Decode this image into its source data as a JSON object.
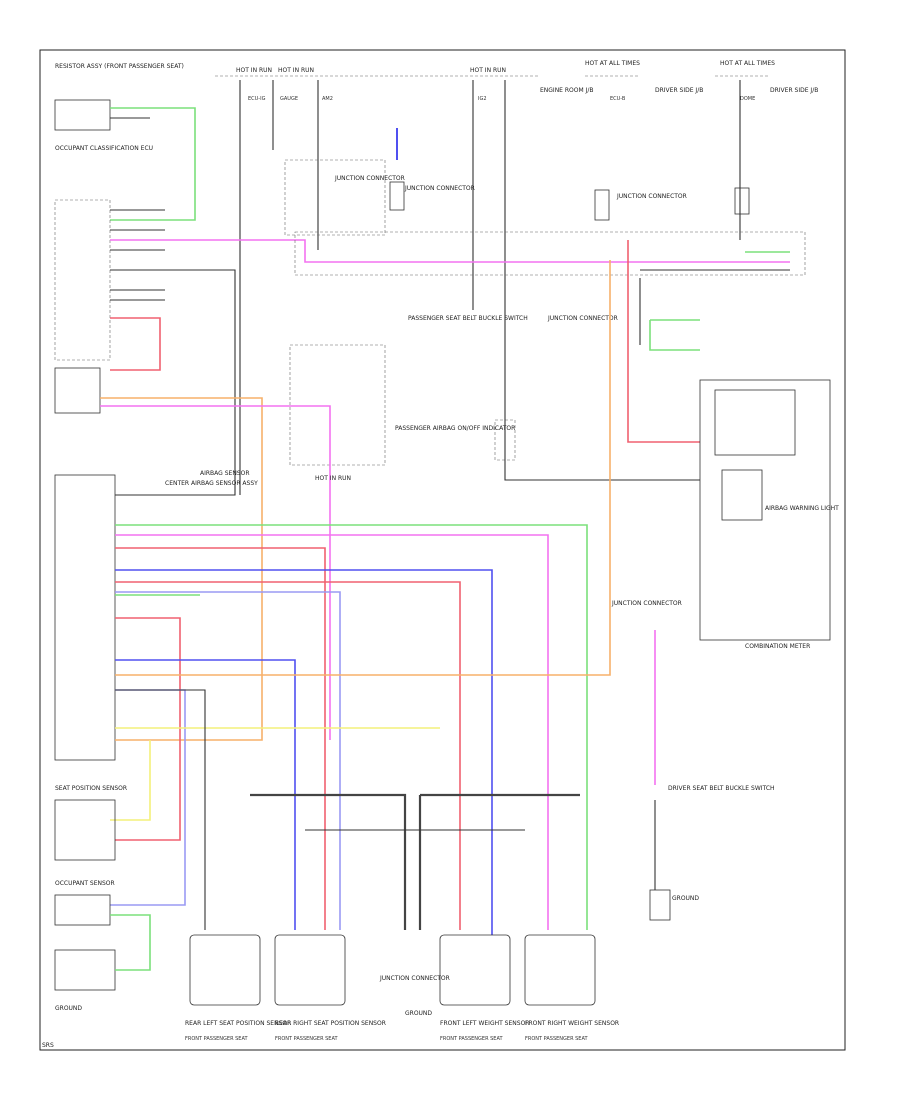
{
  "labels": {
    "top_left_component": "RESISTOR ASSY (FRONT PASSENGER SEAT)",
    "occupant_classification": "OCCUPANT CLASSIFICATION ECU",
    "hot_run_1": "HOT IN RUN",
    "hot_run_2": "HOT IN RUN",
    "hot_run_3": "HOT IN RUN",
    "hot_run_4": "HOT IN RUN",
    "hot_at_all_times_1": "HOT AT ALL TIMES",
    "hot_at_all_times_2": "HOT AT ALL TIMES",
    "fuse_1": "ECU-IG",
    "fuse_2": "GAUGE",
    "fuse_3": "AM2",
    "fuse_4": "IG2",
    "fuse_5": "ECU-B",
    "fuse_6": "DOME",
    "junction_connector_1": "JUNCTION CONNECTOR",
    "junction_connector_2": "JUNCTION CONNECTOR",
    "junction_connector_3": "JUNCTION CONNECTOR",
    "junction_connector_4": "JUNCTION CONNECTOR",
    "engine_room": "ENGINE ROOM J/B",
    "driver_side_jb": "DRIVER SIDE J/B",
    "passenger_seat_belt": "PASSENGER SEAT BELT BUCKLE SWITCH",
    "center_airbag_sensor": "CENTER AIRBAG SENSOR ASSY",
    "airbag_sensor": "AIRBAG SENSOR",
    "combination_meter": "COMBINATION METER",
    "airbag_indicator": "AIRBAG WARNING LIGHT",
    "passenger_airbag_on_off": "PASSENGER AIRBAG ON/OFF INDICATOR",
    "seat_position_sensor": "SEAT POSITION SENSOR",
    "driver_seat_belt": "DRIVER SEAT BELT BUCKLE SWITCH",
    "occupant_sensor_left": "OCCUPANT SENSOR",
    "ground_1": "GROUND",
    "ground_2": "GROUND",
    "ground_3": "GROUND",
    "sensor_rl": "REAR LEFT SEAT POSITION SENSOR",
    "sensor_rr": "REAR RIGHT SEAT POSITION SENSOR",
    "sensor_fl": "FRONT LEFT WEIGHT SENSOR",
    "sensor_fr": "FRONT RIGHT WEIGHT SENSOR",
    "sensor_caption_1": "FRONT PASSENGER SEAT",
    "sensor_caption_2": "FRONT PASSENGER SEAT",
    "sensor_caption_3": "FRONT PASSENGER SEAT",
    "sensor_caption_4": "FRONT PASSENGER SEAT",
    "center_junction": "JUNCTION CONNECTOR",
    "footer": "SRS"
  },
  "colors": {
    "green": "#7be07b",
    "pink": "#f472f0",
    "red": "#f06070",
    "orange": "#f7b06a",
    "blue": "#5050f0",
    "lightblue": "#9a9af4",
    "yellow": "#f4f07a",
    "darkgreen": "#3c9a3c",
    "black": "#333333"
  }
}
